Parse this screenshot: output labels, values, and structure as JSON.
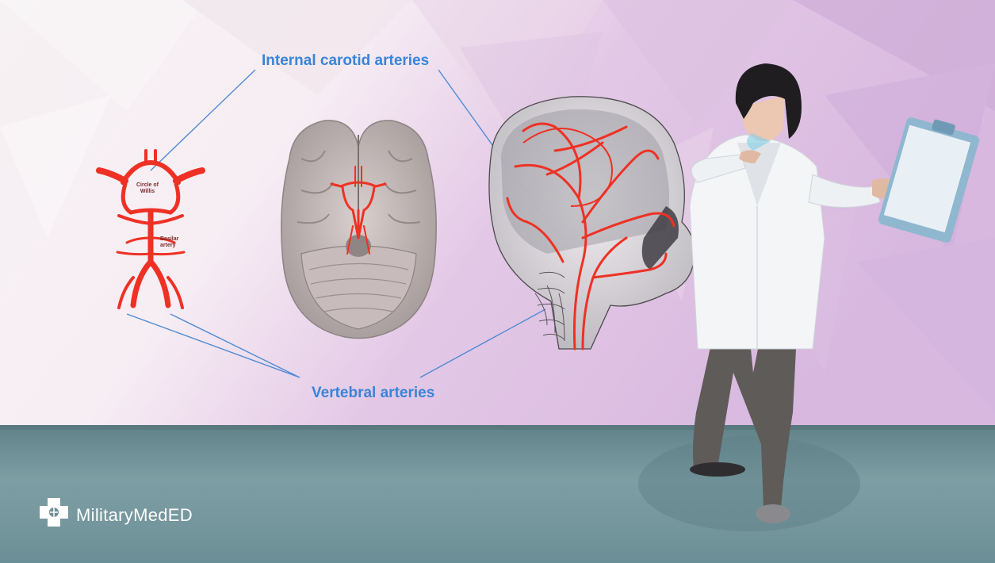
{
  "labels": {
    "internal_carotid": "Internal carotid arteries",
    "vertebral": "Vertebral arteries",
    "circle_of_willis": "Circle of Willis",
    "basilar_artery": "Basilar artery"
  },
  "brand": {
    "name": "MilitaryMedED",
    "logo_icon": "medical-cross-icon"
  },
  "colors": {
    "label_blue": "#3a84d8",
    "leader_line": "#4f8bd4",
    "artery_red": "#ee3124",
    "floor": "#6a8d94",
    "background_tint": "#e4cde6"
  }
}
